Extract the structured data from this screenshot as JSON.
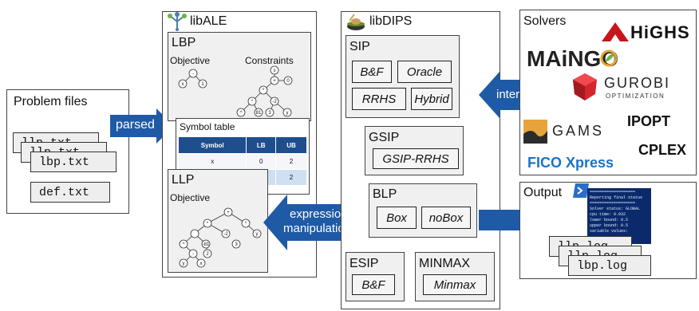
{
  "problem_files": {
    "title": "Problem files",
    "files": [
      "llp.txt",
      "llp.txt",
      "lbp.txt"
    ],
    "def_file": "def.txt"
  },
  "parsed_label": "parsed",
  "libale": {
    "title": "libALE",
    "lbp": {
      "title": "LBP",
      "objective_label": "Objective",
      "constraints_label": "Constraints",
      "objective_tree": [
        "-",
        "x",
        "1"
      ],
      "constraints_tree": [
        "s",
        "+",
        "0",
        "*",
        "-2",
        "*",
        "^",
        "81",
        "3",
        "y"
      ]
    },
    "symbol_table": {
      "title": "Symbol table",
      "headers": [
        "Symbol",
        "LB",
        "UB"
      ],
      "rows": [
        [
          "x",
          "0",
          "2"
        ],
        [
          "",
          "",
          "2"
        ]
      ]
    },
    "llp": {
      "title": "LLP",
      "objective_label": "Objective",
      "tree": [
        "+",
        "*",
        "-2",
        "*",
        "^",
        "-81",
        "3",
        "y",
        "-",
        "2",
        "y",
        "x"
      ]
    }
  },
  "expression_label_1": "expression",
  "expression_label_2": "manipulation",
  "libdips": {
    "title": "libDIPS",
    "sip": {
      "title": "SIP",
      "items": [
        "B&F",
        "Oracle",
        "RRHS",
        "Hybrid"
      ]
    },
    "gsip": {
      "title": "GSIP",
      "items": [
        "GSIP-RRHS"
      ]
    },
    "blp": {
      "title": "BLP",
      "items": [
        "Box",
        "noBox"
      ]
    },
    "esip": {
      "title": "ESIP",
      "items": [
        "B&F"
      ]
    },
    "minmax": {
      "title": "MINMAX",
      "items": [
        "Minmax"
      ]
    }
  },
  "interface_label": "interface",
  "solvers": {
    "title": "Solvers",
    "highs": "HiGHS",
    "maingo": "MAiNGO",
    "gurobi": "GUROBI",
    "gurobi_sub": "OPTIMIZATION",
    "gams": "GAMS",
    "ipopt": "IPOPT",
    "fico": "FICO Xpress",
    "cplex": "CPLEX",
    "colors": {
      "highs": "#c4161c",
      "gurobi": "#d6262d",
      "gams": "#e8a33c",
      "fico": "#1a73c8"
    }
  },
  "output": {
    "title": "Output",
    "terminal_lines": [
      "===================",
      "Reporting final status",
      "===================",
      "Solver status: GLOBAL",
      "cpu time: 0.032",
      "lower bound: 0.5",
      "upper bound: 0.5",
      "variable values:"
    ],
    "files": [
      "llp.log",
      "llp.log",
      "lbp.log"
    ]
  },
  "colors": {
    "arrow": "#1f5aa6",
    "table_header": "#1f4e8c"
  }
}
